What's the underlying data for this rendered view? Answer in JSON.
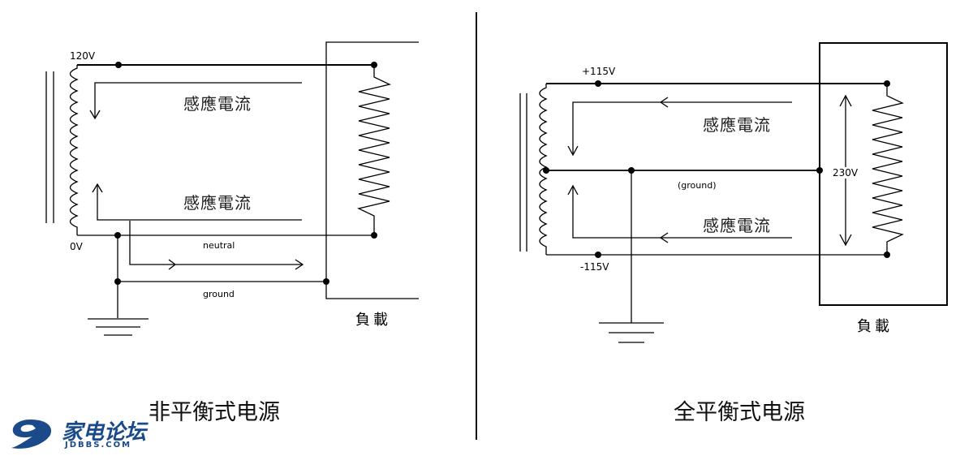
{
  "left": {
    "v_top": "120V",
    "v_bottom": "0V",
    "current_top": "感應電流",
    "current_bottom": "感應電流",
    "neutral": "neutral",
    "ground": "ground",
    "load": "負載",
    "caption": "非平衡式电源"
  },
  "right": {
    "v_top": "+115V",
    "v_bottom": "-115V",
    "current_top": "感應電流",
    "current_bottom": "感應電流",
    "ground": "(ground)",
    "v_load": "230V",
    "load": "負載",
    "caption": "全平衡式电源"
  },
  "watermark": {
    "name": "家电论坛",
    "site": "JDBBS.COM"
  }
}
